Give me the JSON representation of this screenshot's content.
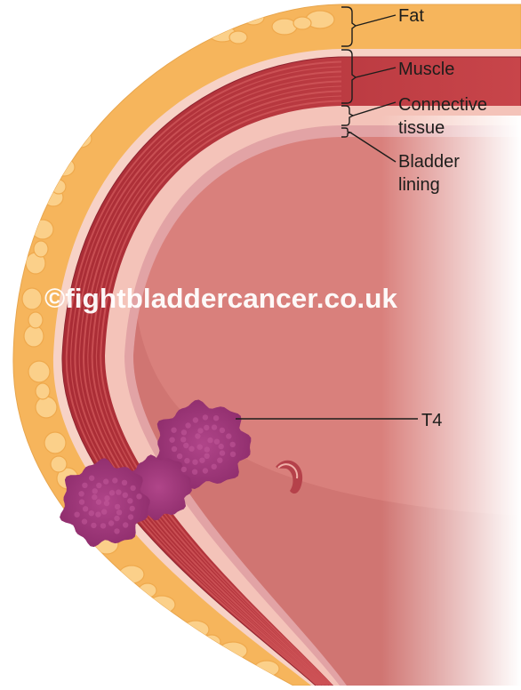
{
  "labels": {
    "fat": "Fat",
    "muscle": "Muscle",
    "connective_line1": "Connective",
    "connective_line2": "tissue",
    "lining_line1": "Bladder",
    "lining_line2": "lining",
    "tumor": "T4"
  },
  "watermark": "©fightbladdercancer.co.uk",
  "colors": {
    "fat": "#f6b55c",
    "fat_globule": "#fbd08a",
    "muscle": "#b9363d",
    "muscle_fibre": "#d25a5c",
    "connective": "#f4c3b9",
    "lining": "#e2a3a5",
    "lumen": "#d9807c",
    "tumor": "#a5377e",
    "text": "#1d1d1b"
  }
}
